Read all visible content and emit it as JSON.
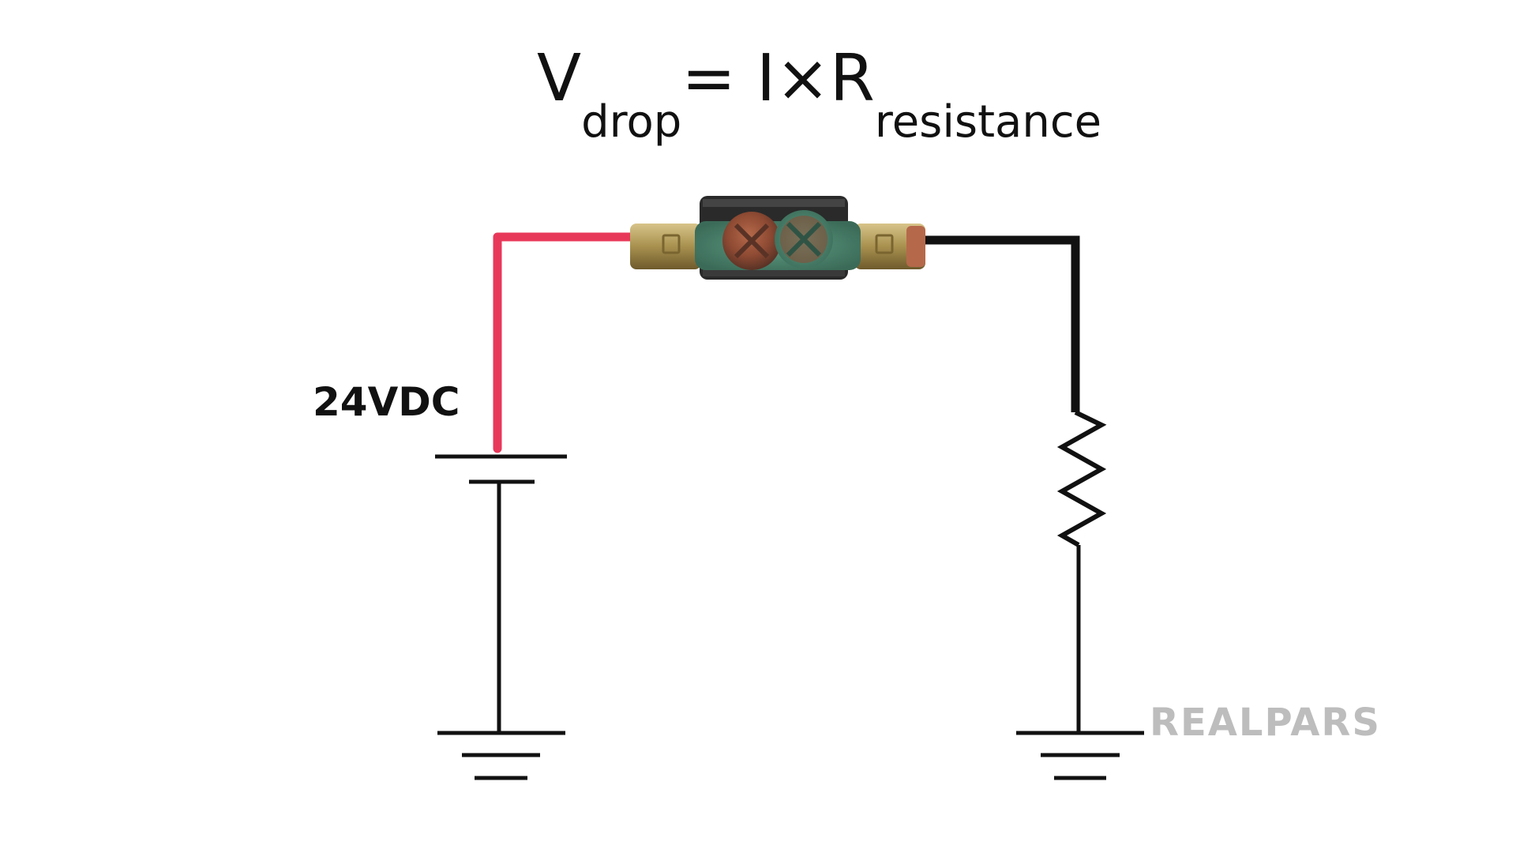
{
  "formula": {
    "v": "V",
    "v_sub": "drop",
    "eq": "= I×R",
    "r_sub": "resistance"
  },
  "voltage_label": "24VDC",
  "brand": "REALPARS",
  "colors": {
    "positive_wire": "#e8385a",
    "negative_wire": "#111111",
    "brand": "#bdbdbd"
  },
  "icons": {
    "connector": "corroded-terminal-block",
    "battery": "dc-battery-symbol",
    "resistor": "resistor-symbol",
    "ground": "ground-symbol"
  }
}
